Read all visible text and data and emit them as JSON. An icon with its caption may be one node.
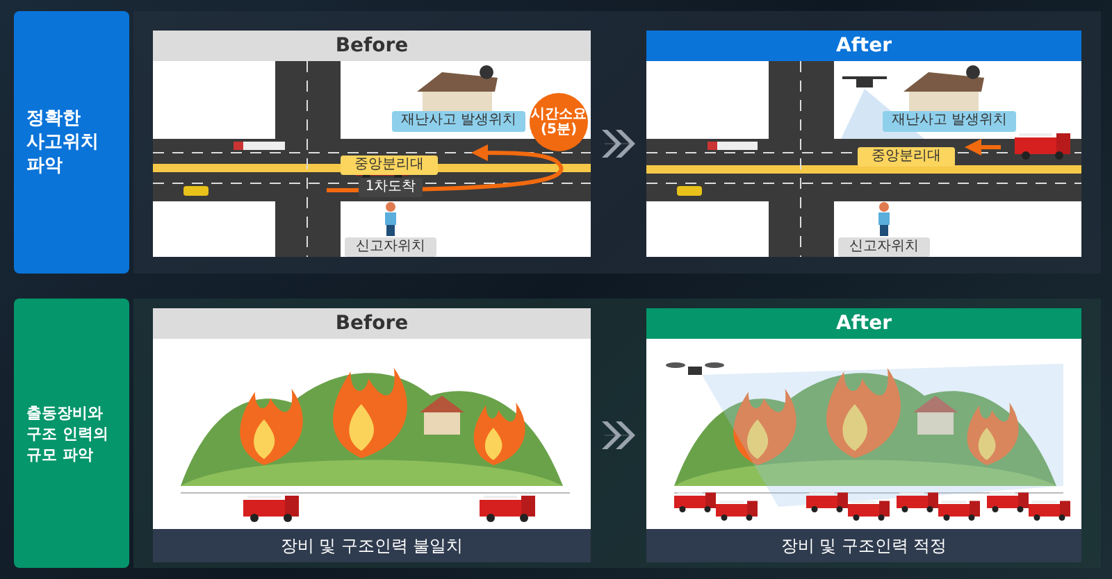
{
  "diagram": {
    "nodes": [
      {
        "text": [
          "정확한 사고위치 파악"
        ]
      },
      {
        "text": [
          "Before"
        ]
      },
      {
        "text": [
          "재난사고 발생위치"
        ],
        "in": 1
      },
      {
        "text": [
          "중앙분리대"
        ],
        "in": 1
      },
      {
        "text": [
          "1차도착"
        ],
        "in": 1
      },
      {
        "text": [
          "신고자위치"
        ],
        "in": 1
      },
      {
        "text": [
          "시간소요 (5분)"
        ],
        "in": 1
      },
      {
        "text": [
          "After"
        ]
      },
      {
        "text": [
          "재난사고 발생위치"
        ],
        "in": 7
      },
      {
        "text": [
          "중앙분리대"
        ],
        "in": 7
      },
      {
        "text": [
          "신고자위치"
        ],
        "in": 7
      },
      {
        "text": [
          "출동장비와 구조 인력의 규모 파악"
        ]
      },
      {
        "text": [
          "Before",
          "장비 및 구조인력 불일치"
        ]
      },
      {
        "text": [
          "After",
          "장비 및 구조인력 적정"
        ]
      }
    ],
    "edges": [
      {
        "from": 1,
        "to": 7,
        "arrow": "to"
      },
      {
        "from": 12,
        "to": 13,
        "arrow": "to"
      }
    ]
  }
}
